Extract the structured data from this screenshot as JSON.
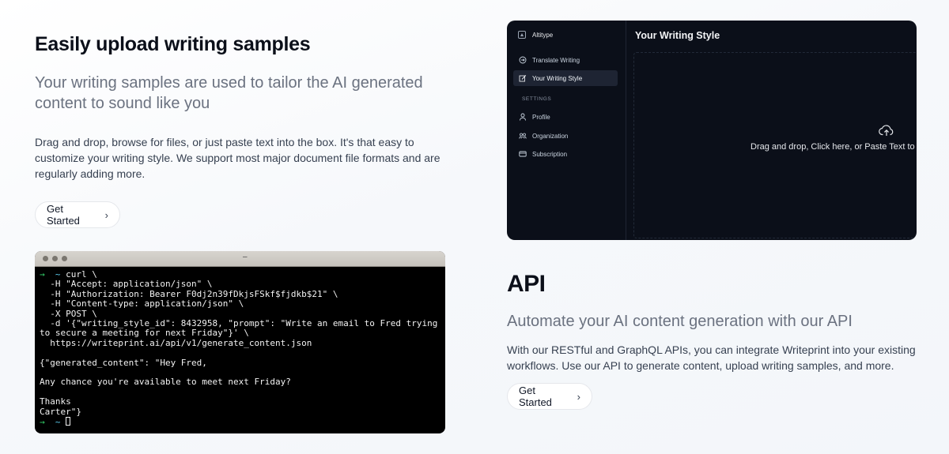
{
  "upload_section": {
    "title": "Easily upload writing samples",
    "subtitle": "Your writing samples are used to tailor the AI generated content to sound like you",
    "description": "Drag and drop, browse for files, or just paste text into the box. It's that easy to customize your writing style. We support most major document file formats and are regularly adding more.",
    "cta_label": "Get Started",
    "cta_icon": "chevron-right-icon"
  },
  "app_preview": {
    "brand": "Altitype",
    "nav": [
      {
        "label": "Translate Writing",
        "icon": "arrow-circle-icon",
        "active": false
      },
      {
        "label": "Your Writing Style",
        "icon": "edit-icon",
        "active": true
      }
    ],
    "settings_label": "SETTINGS",
    "settings_nav": [
      {
        "label": "Profile",
        "icon": "user-icon"
      },
      {
        "label": "Organization",
        "icon": "team-icon"
      },
      {
        "label": "Subscription",
        "icon": "card-icon"
      }
    ],
    "main_title": "Your Writing Style",
    "dropzone_text": "Drag and drop, Click here, or Paste Text to",
    "colors": {
      "background": "#0b0f19",
      "active_item": "#1e2433"
    }
  },
  "terminal": {
    "prompt_symbol": "→",
    "home_symbol": "~",
    "lines": [
      "curl \\",
      "  -H \"Accept: application/json\" \\",
      "  -H \"Authorization: Bearer F0dj2n39fDkjsFSkf$fjdkb$21\" \\",
      "  -H \"Content-type: application/json\" \\",
      "  -X POST \\",
      "  -d '{\"writing_style_id\": 8432958, \"prompt\": \"Write an email to Fred trying",
      "to secure a meeting for next Friday\"}' \\",
      "  https://writeprint.ai/api/v1/generate_content.json",
      "",
      "{\"generated_content\": \"Hey Fred,",
      "",
      "Any chance you're available to meet next Friday?",
      "",
      "Thanks",
      "Carter\"}"
    ]
  },
  "api_section": {
    "title": "API",
    "subtitle": "Automate your AI content generation with our API",
    "description": "With our RESTful and GraphQL APIs, you can integrate Writeprint into your existing workflows. Use our API to generate content, upload writing samples, and more.",
    "cta_label": "Get Started",
    "cta_icon": "chevron-right-icon"
  }
}
